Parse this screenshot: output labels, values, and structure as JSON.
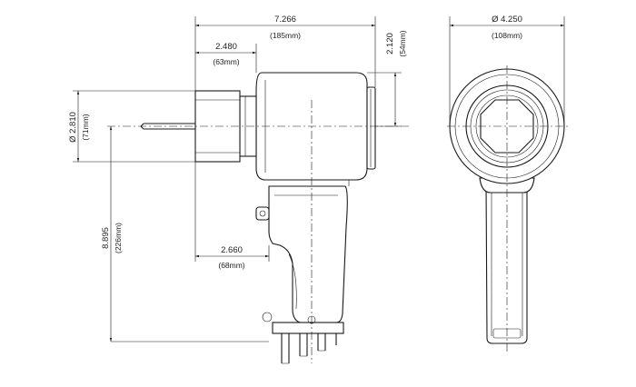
{
  "dimensions": {
    "overall_length": {
      "value": "7.266",
      "metric": "(185mm)"
    },
    "nose_length": {
      "value": "2.480",
      "metric": "(63mm)"
    },
    "top_offset": {
      "value": "2.120",
      "metric": "(54mm)"
    },
    "nose_diameter": {
      "value": "Ø 2.810",
      "metric": "(71mm)"
    },
    "total_height": {
      "value": "8.895",
      "metric": "(226mm)"
    },
    "grip_offset": {
      "value": "2.660",
      "metric": "(68mm)"
    },
    "body_diameter": {
      "value": "Ø 4.250",
      "metric": "(108mm)"
    }
  }
}
